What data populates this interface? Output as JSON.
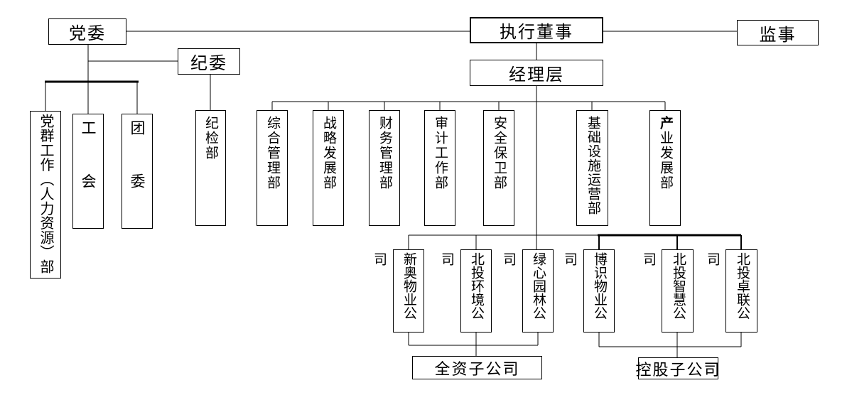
{
  "canvas": {
    "background_color": "#ffffff",
    "line_color": "#000000",
    "text_color": "#000000"
  },
  "nodes": {
    "party_committee": "党委",
    "executive_director": "执行董事",
    "supervisor": "监事",
    "discipline_committee": "纪委",
    "management_layer": "经理层",
    "party_mass_hr_dept": "党群工作（人力资源）部",
    "labor_union": "工会",
    "youth_league": "团委",
    "discipline_inspection_dept": "纪检部",
    "departments": [
      "综合管理部",
      "战略发展部",
      "财务管理部",
      "审计工作部",
      "安全保卫部",
      "基础设施运营部",
      "产业发展部"
    ],
    "wholly_owned_subsidiaries": [
      "新奥物业公司",
      "北投环境公司",
      "绿心园林公司"
    ],
    "holding_subsidiaries": [
      "博识物业公司",
      "北投智慧公司",
      "北投卓联公司"
    ],
    "wholly_owned_group_label": "全资子公司",
    "holding_group_label": "控股子公司"
  }
}
